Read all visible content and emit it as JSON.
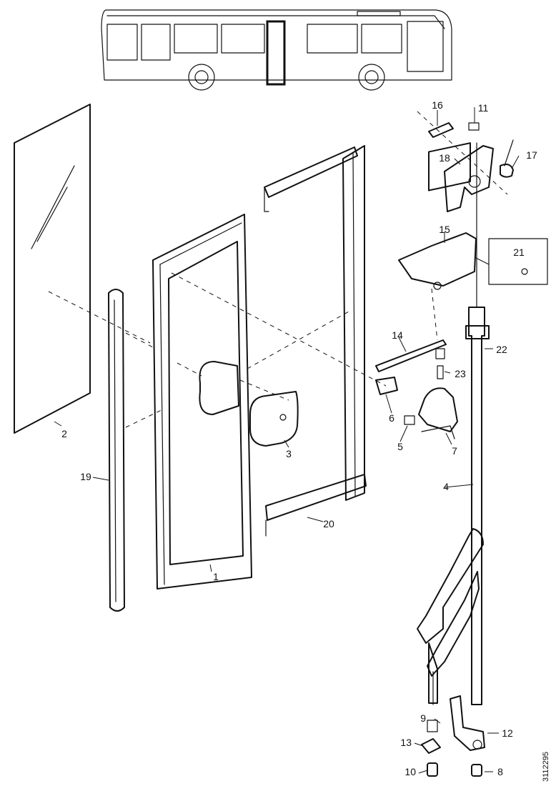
{
  "callouts": {
    "c1": "1",
    "c2": "2",
    "c3": "3",
    "c4": "4",
    "c5": "5",
    "c6": "6",
    "c7": "7",
    "c8": "8",
    "c9": "9",
    "c10": "10",
    "c11": "11",
    "c12": "12",
    "c13": "13",
    "c14": "14",
    "c15": "15",
    "c16": "16",
    "c17": "17",
    "c18": "18",
    "c19": "19",
    "c20": "20",
    "c21": "21",
    "c22": "22",
    "c23": "23"
  },
  "reference_code": "3112295"
}
